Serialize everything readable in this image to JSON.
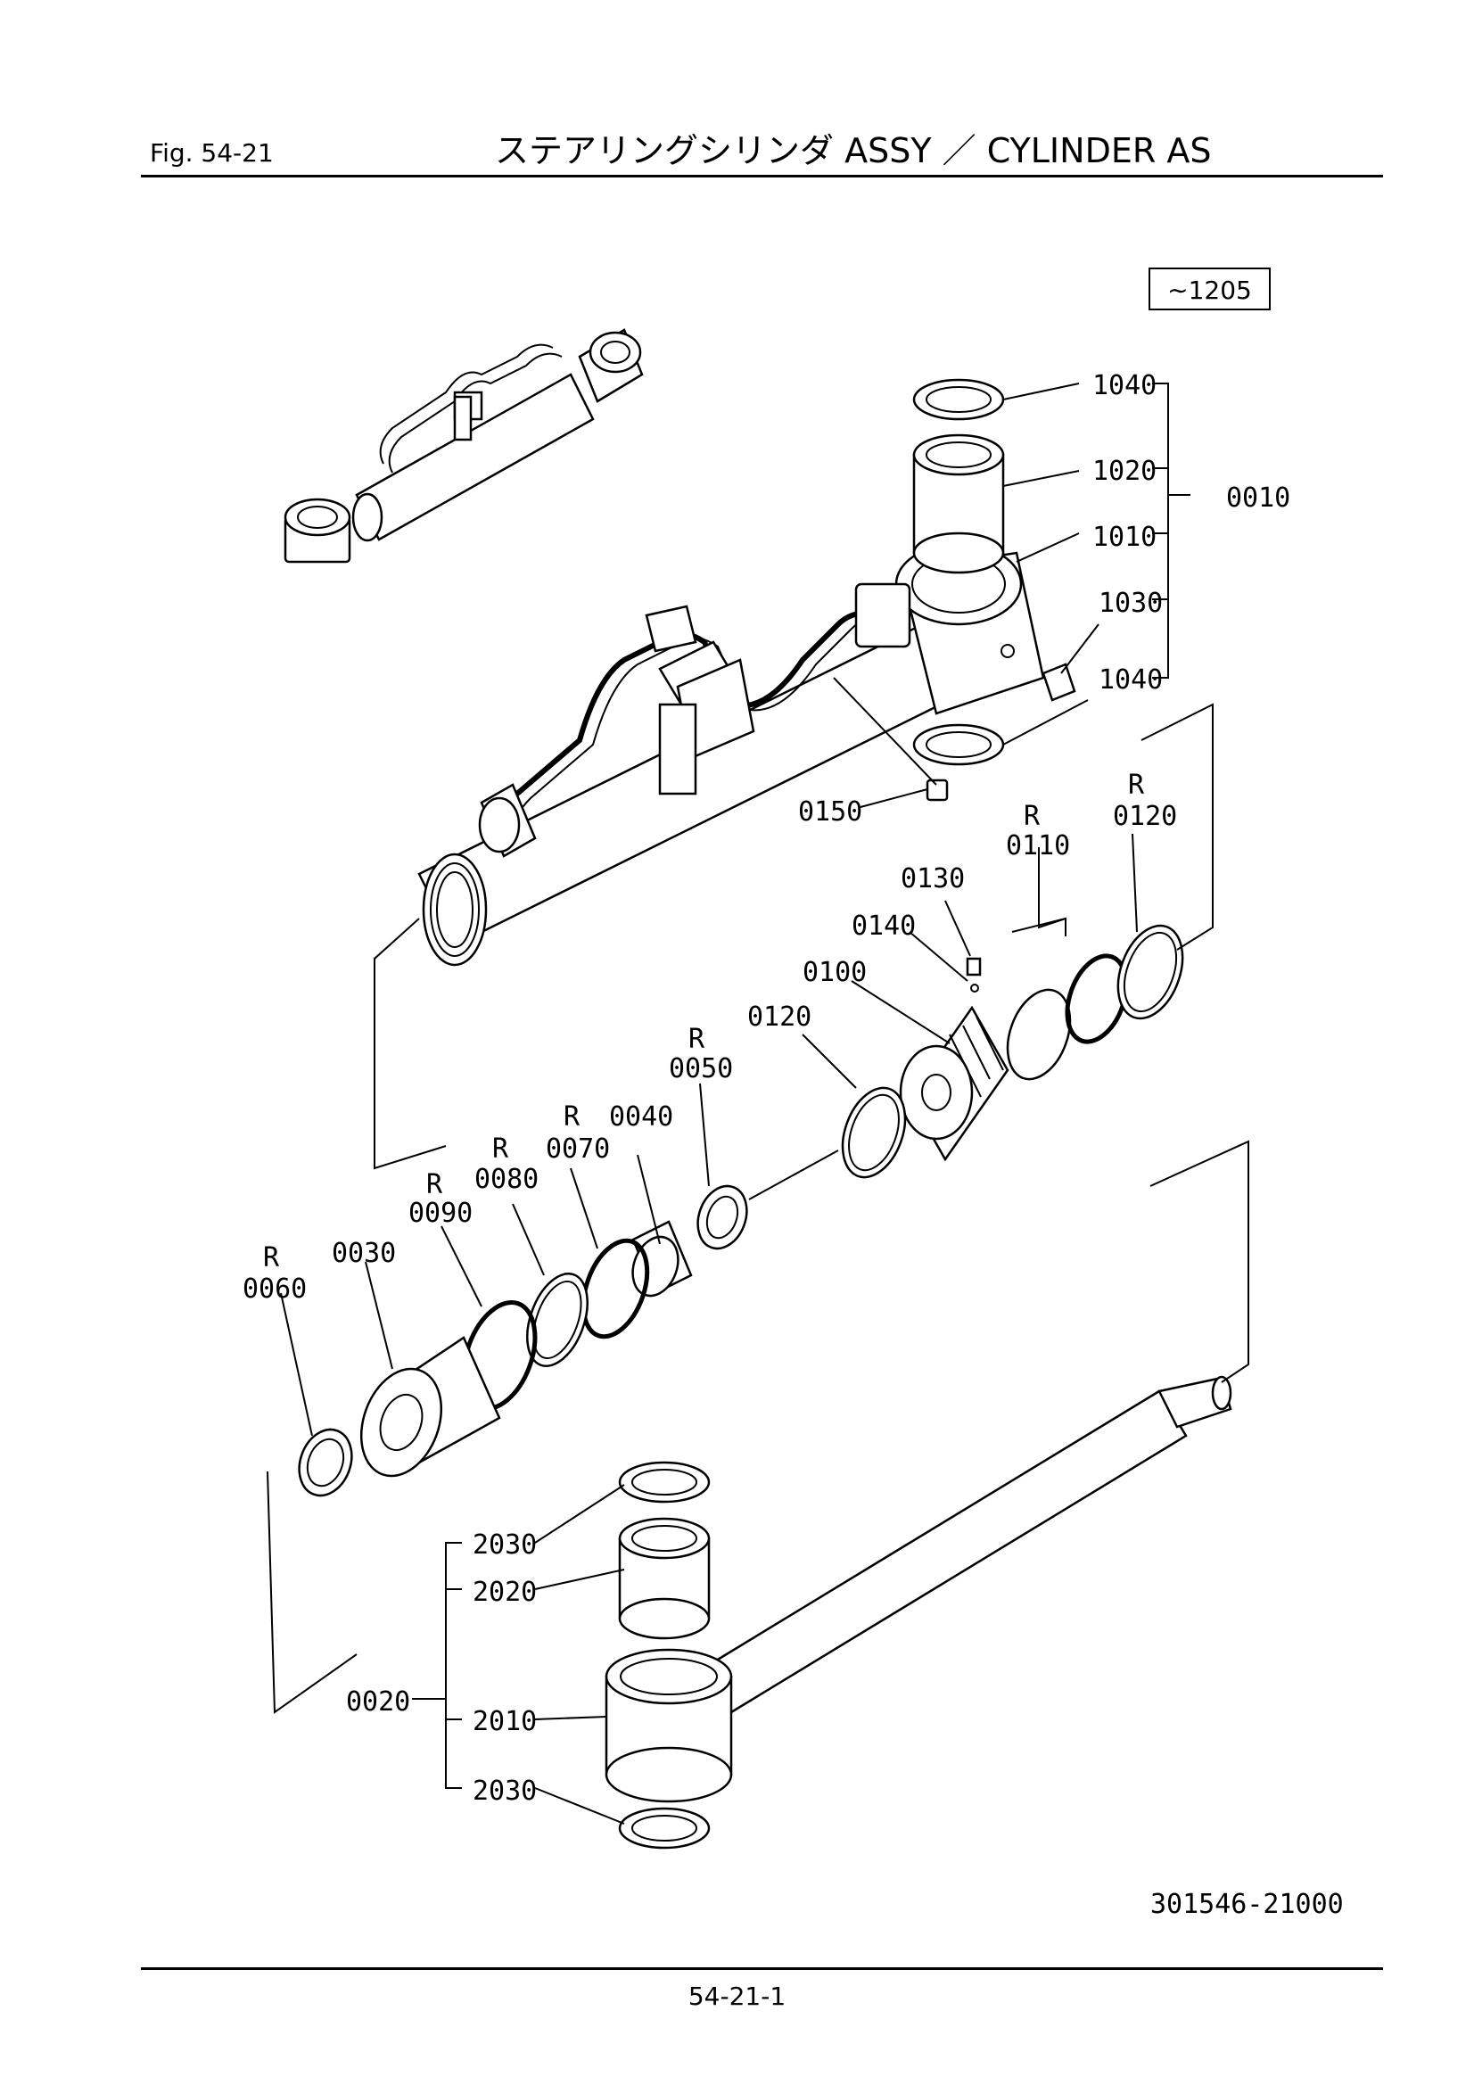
{
  "header": {
    "fig_label": "Fig.  54-21",
    "title": "ステアリングシリンダ ASSY ／ CYLINDER AS"
  },
  "range_note": "∼1205",
  "doc_number": "301546-21000",
  "page_number": "54-21-1",
  "callouts": {
    "c1040a": "1040",
    "c1020": "1020",
    "c1010": "1010",
    "c1030": "1030",
    "c1040b": "1040",
    "c0010": "0010",
    "c0150": "0150",
    "r0120": "R",
    "c0120a": "0120",
    "r0110": "R",
    "c0110": "0110",
    "c0130": "0130",
    "c0140": "0140",
    "c0100": "0100",
    "c0120b": "0120",
    "r0050": "R",
    "c0050": "0050",
    "c0040": "0040",
    "r0070": "R",
    "c0070": "0070",
    "r0080": "R",
    "c0080": "0080",
    "r0090": "R",
    "c0090": "0090",
    "c0030": "0030",
    "r0060": "R",
    "c0060": "0060",
    "c2030a": "2030",
    "c2020": "2020",
    "c0020": "0020",
    "c2010": "2010",
    "c2030b": "2030"
  }
}
